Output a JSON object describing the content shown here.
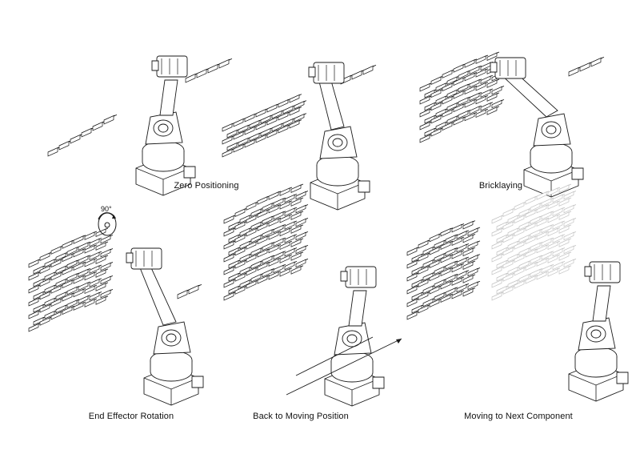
{
  "panels": [
    {
      "caption": "Zero Positioning"
    },
    {
      "caption": "Bricklaying"
    },
    {
      "caption": "End Effector Rotation",
      "annotation": "90°"
    },
    {
      "caption": "Back to Moving Position"
    },
    {
      "caption": "Moving to Next Component"
    }
  ],
  "colors": {
    "line": "#1a1a1a",
    "background": "#ffffff",
    "ghost": "#c4c4c4"
  }
}
